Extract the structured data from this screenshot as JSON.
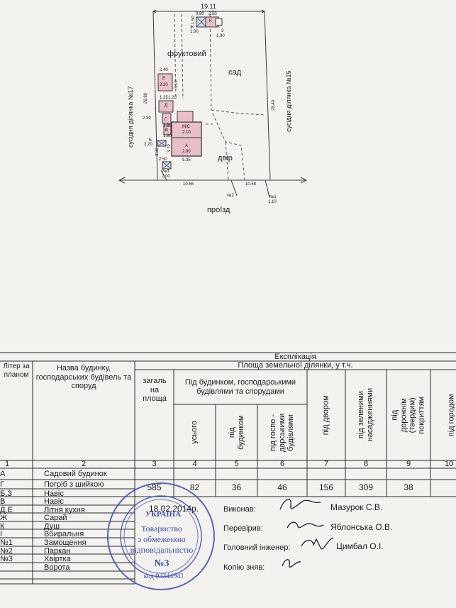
{
  "plan": {
    "top_width": "19.11",
    "dims_top": [
      "0.90",
      "2.50",
      "1.50",
      "1.90",
      "1.90"
    ],
    "k_label": "К",
    "z_label": "3",
    "zh_label": "Ж",
    "orchard_line1": "фруктовий",
    "orchard_line2": "сад",
    "left_neighbor": "сусідня ділянка №17",
    "right_neighbor": "сусідня ділянка №15",
    "left_dim": "29.89",
    "right_dim": "29.40",
    "e_block": {
      "label": "Е",
      "dim_top": "2.40",
      "dim_left": "2.20",
      "dim_side": "3.10"
    },
    "d_label": "Д",
    "small_dims": [
      "1.25",
      "1.20",
      "2.30",
      "2.30",
      "1.80",
      "2.20",
      "2.50",
      "2.00",
      "3.30"
    ],
    "main_house": {
      "a_label": "А",
      "a_dim": "2.90",
      "ms_label": "М/С",
      "ms_dim": "2.10",
      "width": "5.35",
      "side": "3.70"
    },
    "yard": "двір",
    "bottom_left": "10.56",
    "bottom_right": "10.58",
    "gate1": "№1",
    "gate1_dim": "1.10",
    "gate2": "№2",
    "gate3": "№3",
    "b_label": "Б",
    "v_label": "В",
    "g_label": "Г",
    "driveway": "проїзд"
  },
  "table": {
    "title": "Експлікація",
    "col_litera": "Літер за планом",
    "col_name": "Назва будинку, господарських будівель та споруд",
    "group_title": "Площа земельної ділянки, у т.ч.",
    "col_total": "загаль на площа",
    "subgroup": "Під будинком, господарськими будівлями та спорудами",
    "col_all": "усього",
    "col_house": "під будинком",
    "col_outbuild": "під госпо - дарськими будівлями",
    "col_yard": "під двором",
    "col_green": "під зеленими насадженнями",
    "col_road": "під дорожнім (твердим) покриттям",
    "col_garden": "під городом",
    "col_nums": [
      "1",
      "2",
      "3",
      "4",
      "5",
      "6",
      "7",
      "8",
      "9",
      "10"
    ],
    "values": [
      "585",
      "82",
      "36",
      "46",
      "156",
      "309",
      "38"
    ],
    "rows": [
      {
        "lit": "А",
        "name": "Садовий будинок"
      },
      {
        "lit": "Г",
        "name": "Погріб з шийкою"
      },
      {
        "lit": "Б,З",
        "name": "Навіс"
      },
      {
        "lit": "В",
        "name": "Навіс"
      },
      {
        "lit": "Д,Е",
        "name": "Літня кухня"
      },
      {
        "lit": "Ж",
        "name": "Сарай"
      },
      {
        "lit": "К",
        "name": "Душ"
      },
      {
        "lit": "І",
        "name": "Вбиральня"
      },
      {
        "lit": "№1",
        "name": "Замощення"
      },
      {
        "lit": "№2",
        "name": "Паркан"
      },
      {
        "lit": "№3",
        "name": "Хвіртка"
      },
      {
        "lit": "",
        "name": "Ворота"
      }
    ]
  },
  "signatures": {
    "date": "18.02.2014р.",
    "performed_label": "Виконав:",
    "performed_name": "Мазурок С.В.",
    "checked_label": "Перевірив:",
    "checked_name": "Яблонська О.В.",
    "engineer_label": "Головний інженер:",
    "engineer_name": "Цимбал О.І.",
    "copy_label": "Копію зняв:"
  },
  "stamp": {
    "country": "УКРАЇНА",
    "line1": "Товариство",
    "line2": "з обмеженою",
    "line3": "відповідальністю",
    "number": "№3",
    "code": "код 03344941"
  }
}
